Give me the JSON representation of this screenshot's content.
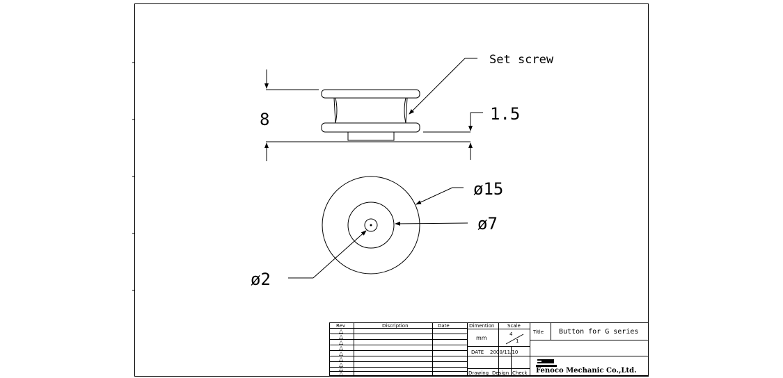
{
  "drawing": {
    "part_view": {
      "set_screw_label": "Set screw",
      "height_dim": "8",
      "flange_dim": "1.5"
    },
    "top_view": {
      "outer_dia": "ø15",
      "middle_dia": "ø7",
      "hole_dia": "ø2"
    }
  },
  "title_block": {
    "revision_table": {
      "headers": {
        "rev": "Rev",
        "description": "Discription",
        "date": "Date"
      },
      "rev_symbol": "△"
    },
    "dimension_label": "Dimention",
    "dimension_unit": "mm",
    "scale_label": "Scale",
    "scale_num": "4",
    "scale_den": "1",
    "date_label": "DATE",
    "date_value": "2000/11/10",
    "title_label": "Title",
    "title_value": "Button for G series",
    "company": "Fenoco Mechanic Co.,Ltd.",
    "sign_labels": {
      "drawing": "Drawing",
      "design": "Design",
      "check": "Check"
    }
  }
}
